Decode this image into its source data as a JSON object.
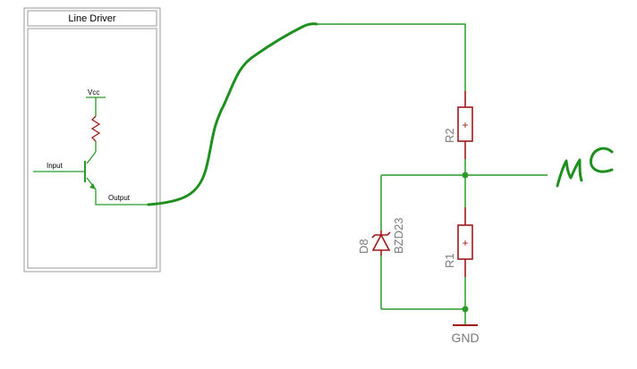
{
  "block": {
    "title": "Line Driver",
    "vcc": "Vcc",
    "input": "Input",
    "output": "Output"
  },
  "parts": {
    "r2": "R2",
    "r1": "R1",
    "d8": "D8",
    "zener_part": "BZD23",
    "gnd": "GND"
  },
  "annotation": {
    "mc": "MC"
  },
  "colors": {
    "wire": "#2a9a2a",
    "component": "#a01818",
    "handwriting": "#1f8f1f",
    "box_border": "#9a9a9a"
  }
}
